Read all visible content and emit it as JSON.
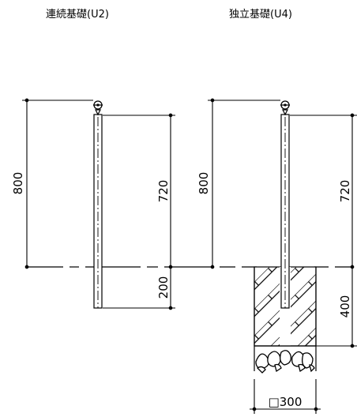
{
  "drawings": [
    {
      "title": "連続基礎(U2)",
      "dimensions": {
        "total": "800",
        "above": "720",
        "below": "200"
      }
    },
    {
      "title": "独立基礎(U4)",
      "dimensions": {
        "total": "800",
        "above": "720",
        "below": "400",
        "footing_width": "□300"
      }
    }
  ]
}
